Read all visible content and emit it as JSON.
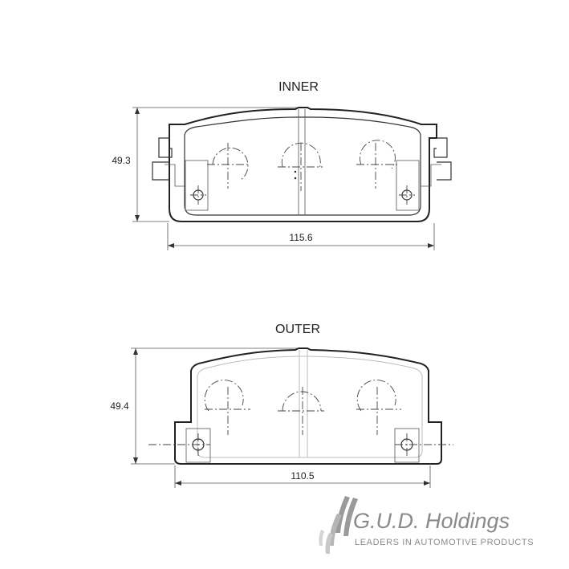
{
  "inner": {
    "title": "INNER",
    "height_label": "49.3",
    "width_label": "115.6"
  },
  "outer": {
    "title": "OUTER",
    "height_label": "49.4",
    "width_label": "110.5"
  },
  "brand": {
    "name": "G.U.D. Holdings",
    "tagline": "LEADERS IN AUTOMOTIVE PRODUCTS",
    "logo_icon": "gud-swoosh-logo",
    "color": "#8a8a8a"
  }
}
